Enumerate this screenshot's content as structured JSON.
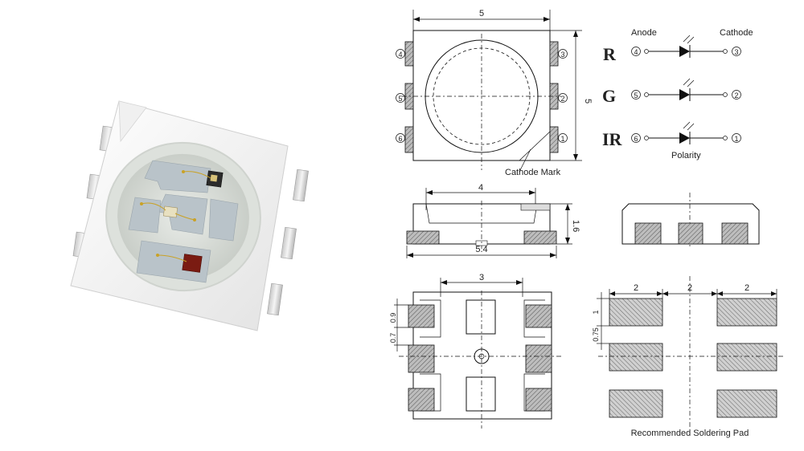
{
  "top_view": {
    "dim_width": "5",
    "dim_height": "5",
    "pins_left": [
      "4",
      "5",
      "6"
    ],
    "pins_right": [
      "3",
      "2",
      "1"
    ],
    "cathode_mark": "Cathode Mark"
  },
  "schematic": {
    "anode_label": "Anode",
    "cathode_label": "Cathode",
    "polarity_label": "Polarity",
    "rows": [
      {
        "color": "R",
        "left_pin": "4",
        "right_pin": "3"
      },
      {
        "color": "G",
        "left_pin": "5",
        "right_pin": "2"
      },
      {
        "color": "IR",
        "left_pin": "6",
        "right_pin": "1"
      }
    ]
  },
  "side_view": {
    "dim_top": "4",
    "dim_bottom": "5.4",
    "dim_height": "1.6"
  },
  "bottom_view": {
    "dim_top": "3",
    "dim_pad": "0.9",
    "dim_gap": "0.7"
  },
  "solder_pad": {
    "dims_top": [
      "2",
      "2",
      "2"
    ],
    "dim_pad": "1",
    "dim_gap": "0.75",
    "caption": "Recommended Soldering Pad"
  }
}
